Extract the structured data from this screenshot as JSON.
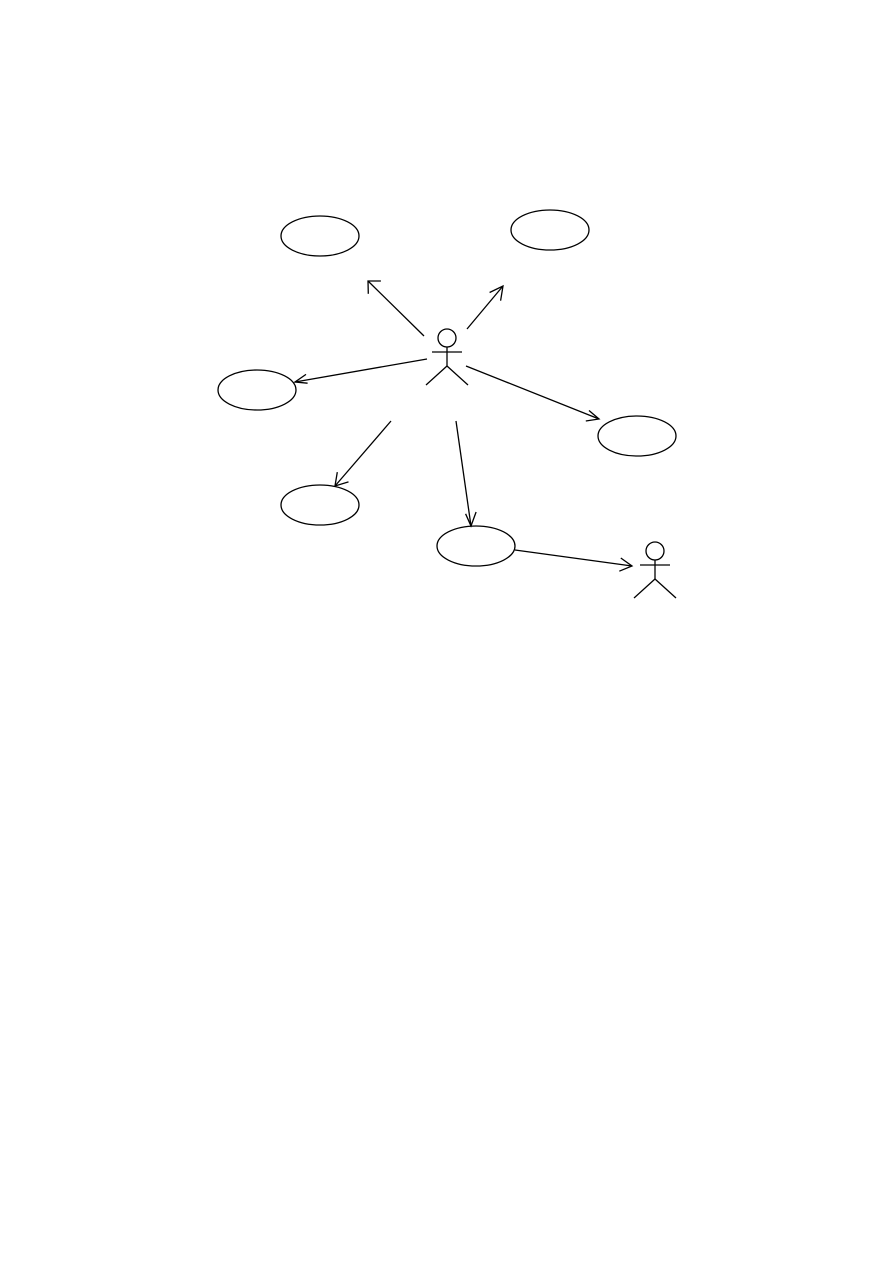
{
  "diagram": {
    "kind": "use-case-diagram",
    "colors": {
      "stroke": "#000000",
      "background": "#ffffff"
    },
    "actors": [
      {
        "id": "primary-actor",
        "label": ""
      },
      {
        "id": "secondary-actor",
        "label": ""
      }
    ],
    "use_cases": [
      {
        "id": "use-case-top-left",
        "label": ""
      },
      {
        "id": "use-case-top-right",
        "label": ""
      },
      {
        "id": "use-case-left",
        "label": ""
      },
      {
        "id": "use-case-right",
        "label": ""
      },
      {
        "id": "use-case-bottom-left",
        "label": ""
      },
      {
        "id": "use-case-bottom-center",
        "label": ""
      }
    ],
    "connections": [
      {
        "from": "primary-actor",
        "to": "use-case-top-left"
      },
      {
        "from": "primary-actor",
        "to": "use-case-top-right"
      },
      {
        "from": "primary-actor",
        "to": "use-case-left"
      },
      {
        "from": "primary-actor",
        "to": "use-case-right"
      },
      {
        "from": "primary-actor",
        "to": "use-case-bottom-left"
      },
      {
        "from": "primary-actor",
        "to": "use-case-bottom-center"
      },
      {
        "from": "use-case-bottom-center",
        "to": "secondary-actor"
      }
    ]
  }
}
